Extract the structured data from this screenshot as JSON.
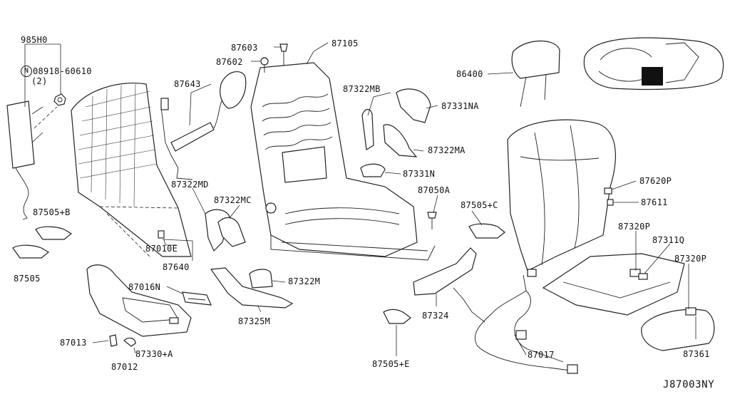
{
  "labels": {
    "p985H0": "985H0",
    "p08918": "08918-60610",
    "p08918_qty": "(2)",
    "nut_symbol": "N",
    "p87505B": "87505+B",
    "p87505": "87505",
    "p87643": "87643",
    "p87603": "87603",
    "p87602": "87602",
    "p87105": "87105",
    "p87322MD": "87322MD",
    "p87322MC": "87322MC",
    "p87010E": "87010E",
    "p87640": "87640",
    "p87016N": "87016N",
    "p87013": "87013",
    "p87330A": "87330+A",
    "p87012": "87012",
    "p87322M": "87322M",
    "p87325M": "87325M",
    "p87322MB": "87322MB",
    "p87331NA": "87331NA",
    "p87322MA": "87322MA",
    "p87331N": "87331N",
    "p87050A": "87050A",
    "p87505C": "87505+C",
    "p87324": "87324",
    "p87505E": "87505+E",
    "p86400": "86400",
    "p87620P": "87620P",
    "p87611": "87611",
    "p87320P_a": "87320P",
    "p87311Q": "87311Q",
    "p87320P_b": "87320P",
    "p87017": "87017",
    "p87361": "87361",
    "diagram_id": "J87003NY"
  },
  "colors": {
    "line": "#222222",
    "background": "#ffffff",
    "highlight": "#111111"
  },
  "icons": {
    "nut_marker": "circled-letter-n-icon"
  }
}
